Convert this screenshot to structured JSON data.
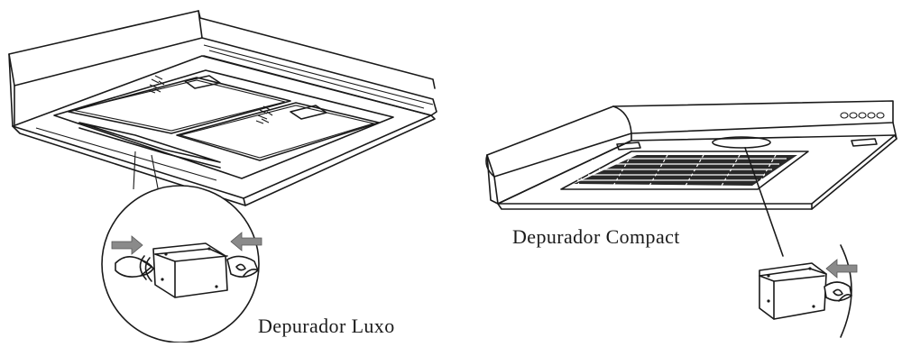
{
  "labels": {
    "luxo": "Depurador Luxo",
    "compact": "Depurador Compact"
  },
  "colors": {
    "line": "#1a1a1a",
    "arrow": "#8a8a8a",
    "background": "#ffffff"
  },
  "parts": {
    "luxo_hood": "range-hood-luxo",
    "compact_hood": "range-hood-compact",
    "lamp_detail": "lamp-replacement-detail"
  }
}
